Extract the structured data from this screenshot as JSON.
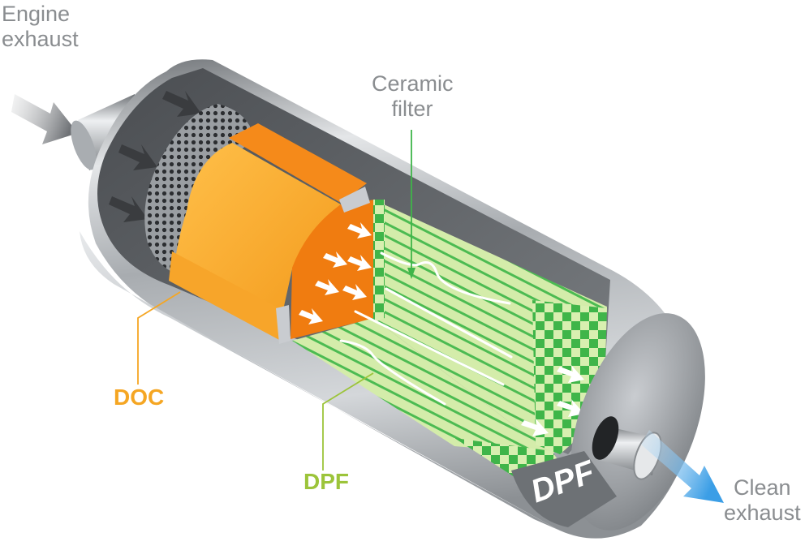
{
  "labels": {
    "engine_exhaust": [
      "Engine",
      "exhaust"
    ],
    "ceramic_filter": [
      "Ceramic",
      "filter"
    ],
    "clean_exhaust": [
      "Clean",
      "exhaust"
    ],
    "doc": "DOC",
    "dpf": "DPF",
    "end_cap": "DPF"
  },
  "colors": {
    "doc_orange": "#f5a623",
    "doc_dark_orange": "#f07c10",
    "dpf_green": "#3fb549",
    "dpf_light_green": "#d8efb0",
    "dpf_label": "#9cc43a",
    "steel": "#b4b8bc",
    "clean_arrow": "#5aaee8",
    "label_gray": "#8a8d90"
  },
  "icons": {
    "inflow": "arrow-right-icon",
    "outflow": "arrow-right-icon"
  }
}
